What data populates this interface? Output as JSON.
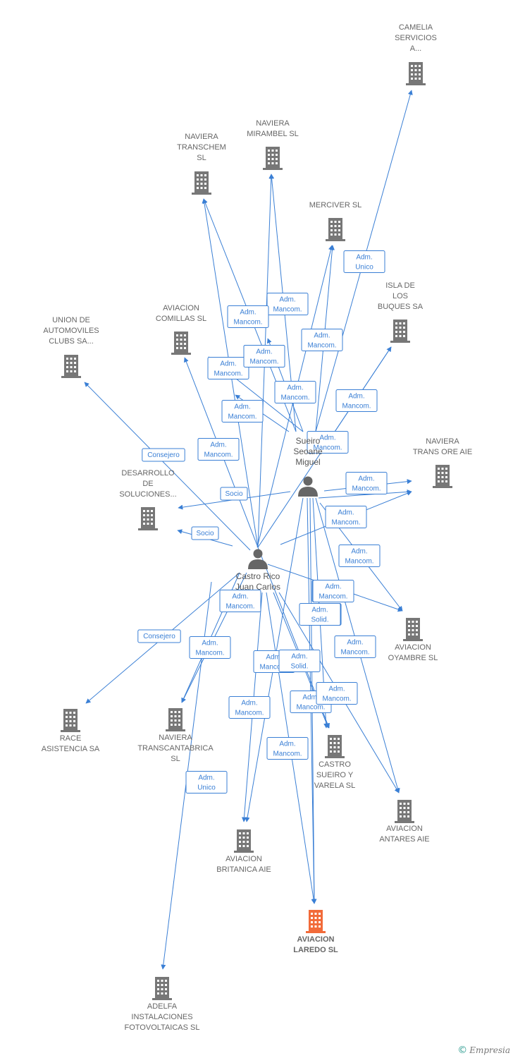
{
  "colors": {
    "edge": "#3a7fd5",
    "building": "#777777",
    "focus": "#f26b3a",
    "person": "#666666"
  },
  "icons": {
    "company": "building-icon",
    "person": "person-icon"
  },
  "persons": [
    {
      "id": "p_sueiro",
      "lines": [
        "Sueiro",
        "Seoane",
        "Miguel"
      ]
    },
    {
      "id": "p_castro",
      "lines": [
        "Castro Rico",
        "Juan Carlos"
      ]
    }
  ],
  "companies": [
    {
      "id": "camelia",
      "lines": [
        "CAMELIA",
        "SERVICIOS",
        "A..."
      ]
    },
    {
      "id": "naviera_mirambel",
      "lines": [
        "NAVIERA",
        "MIRAMBEL SL"
      ]
    },
    {
      "id": "naviera_transchem",
      "lines": [
        "NAVIERA",
        "TRANSCHEM",
        "SL"
      ]
    },
    {
      "id": "merciver",
      "lines": [
        "MERCIVER SL"
      ]
    },
    {
      "id": "isla_buques",
      "lines": [
        "ISLA DE",
        "LOS",
        "BUQUES SA"
      ]
    },
    {
      "id": "aviacion_comillas",
      "lines": [
        "AVIACION",
        "COMILLAS  SL"
      ]
    },
    {
      "id": "union_automoviles",
      "lines": [
        "UNION DE",
        "AUTOMOVILES",
        "CLUBS SA..."
      ]
    },
    {
      "id": "naviera_trans_ore",
      "lines": [
        "NAVIERA",
        "TRANS ORE AIE"
      ]
    },
    {
      "id": "desarrollo",
      "lines": [
        "DESARROLLO",
        "DE",
        "SOLUCIONES..."
      ]
    },
    {
      "id": "aviacion_oyambre",
      "lines": [
        "AVIACION",
        "OYAMBRE  SL"
      ]
    },
    {
      "id": "race",
      "lines": [
        "RACE",
        "ASISTENCIA SA"
      ]
    },
    {
      "id": "naviera_transcantabrica",
      "lines": [
        "NAVIERA",
        "TRANSCANTABRICA",
        "SL"
      ]
    },
    {
      "id": "castro_sueiro",
      "lines": [
        "CASTRO",
        "SUEIRO Y",
        "VARELA  SL"
      ]
    },
    {
      "id": "aviacion_antares",
      "lines": [
        "AVIACION",
        "ANTARES AIE"
      ]
    },
    {
      "id": "aviacion_britanica",
      "lines": [
        "AVIACION",
        "BRITANICA AIE"
      ]
    },
    {
      "id": "aviacion_laredo",
      "lines": [
        "AVIACION",
        "LAREDO  SL"
      ],
      "focus": true
    },
    {
      "id": "adelfa",
      "lines": [
        "ADELFA",
        "INSTALACIONES",
        "FOTOVOLTAICAS SL"
      ]
    }
  ],
  "edges": [
    {
      "label": [
        "Adm.",
        "Unico"
      ]
    },
    {
      "label": [
        "Adm.",
        "Mancom."
      ]
    },
    {
      "label": [
        "Adm.",
        "Mancom."
      ]
    },
    {
      "label": [
        "Adm.",
        "Mancom."
      ]
    },
    {
      "label": [
        "Adm.",
        "Mancom."
      ]
    },
    {
      "label": [
        "Adm.",
        "Mancom."
      ]
    },
    {
      "label": [
        "Adm.",
        "Mancom."
      ]
    },
    {
      "label": [
        "Adm.",
        "Mancom."
      ]
    },
    {
      "label": [
        "Adm.",
        "Mancom."
      ]
    },
    {
      "label": [
        "Adm.",
        "Mancom."
      ]
    },
    {
      "label": [
        "Adm.",
        "Mancom."
      ]
    },
    {
      "label": [
        "Adm.",
        "Mancom."
      ]
    },
    {
      "label": [
        "Adm.",
        "Mancom."
      ]
    },
    {
      "label": [
        "Adm.",
        "Mancom."
      ]
    },
    {
      "label": [
        "Adm.",
        "Mancom."
      ]
    },
    {
      "label": [
        "Adm.",
        "Mancom."
      ]
    },
    {
      "label": [
        "Adm.",
        "Solid."
      ]
    },
    {
      "label": [
        "Adm.",
        "Solid."
      ]
    },
    {
      "label": [
        "Adm.",
        "Mancom."
      ]
    },
    {
      "label": [
        "Adm.",
        "Mancom."
      ]
    },
    {
      "label": [
        "Adm.",
        "Mancom."
      ]
    },
    {
      "label": [
        "Adm.",
        "Mancom."
      ]
    },
    {
      "label": [
        "Adm.",
        "Mancom."
      ]
    },
    {
      "label": [
        "Adm.",
        "Mancom."
      ]
    },
    {
      "label": [
        "Adm.",
        "Mancom."
      ]
    },
    {
      "label": [
        "Consejero"
      ]
    },
    {
      "label": [
        "Consejero"
      ]
    },
    {
      "label": [
        "Socio"
      ]
    },
    {
      "label": [
        "Socio"
      ]
    },
    {
      "label": [
        "Adm.",
        "Unico"
      ]
    }
  ],
  "brand": {
    "copyright": "©",
    "name": "Empresia"
  }
}
